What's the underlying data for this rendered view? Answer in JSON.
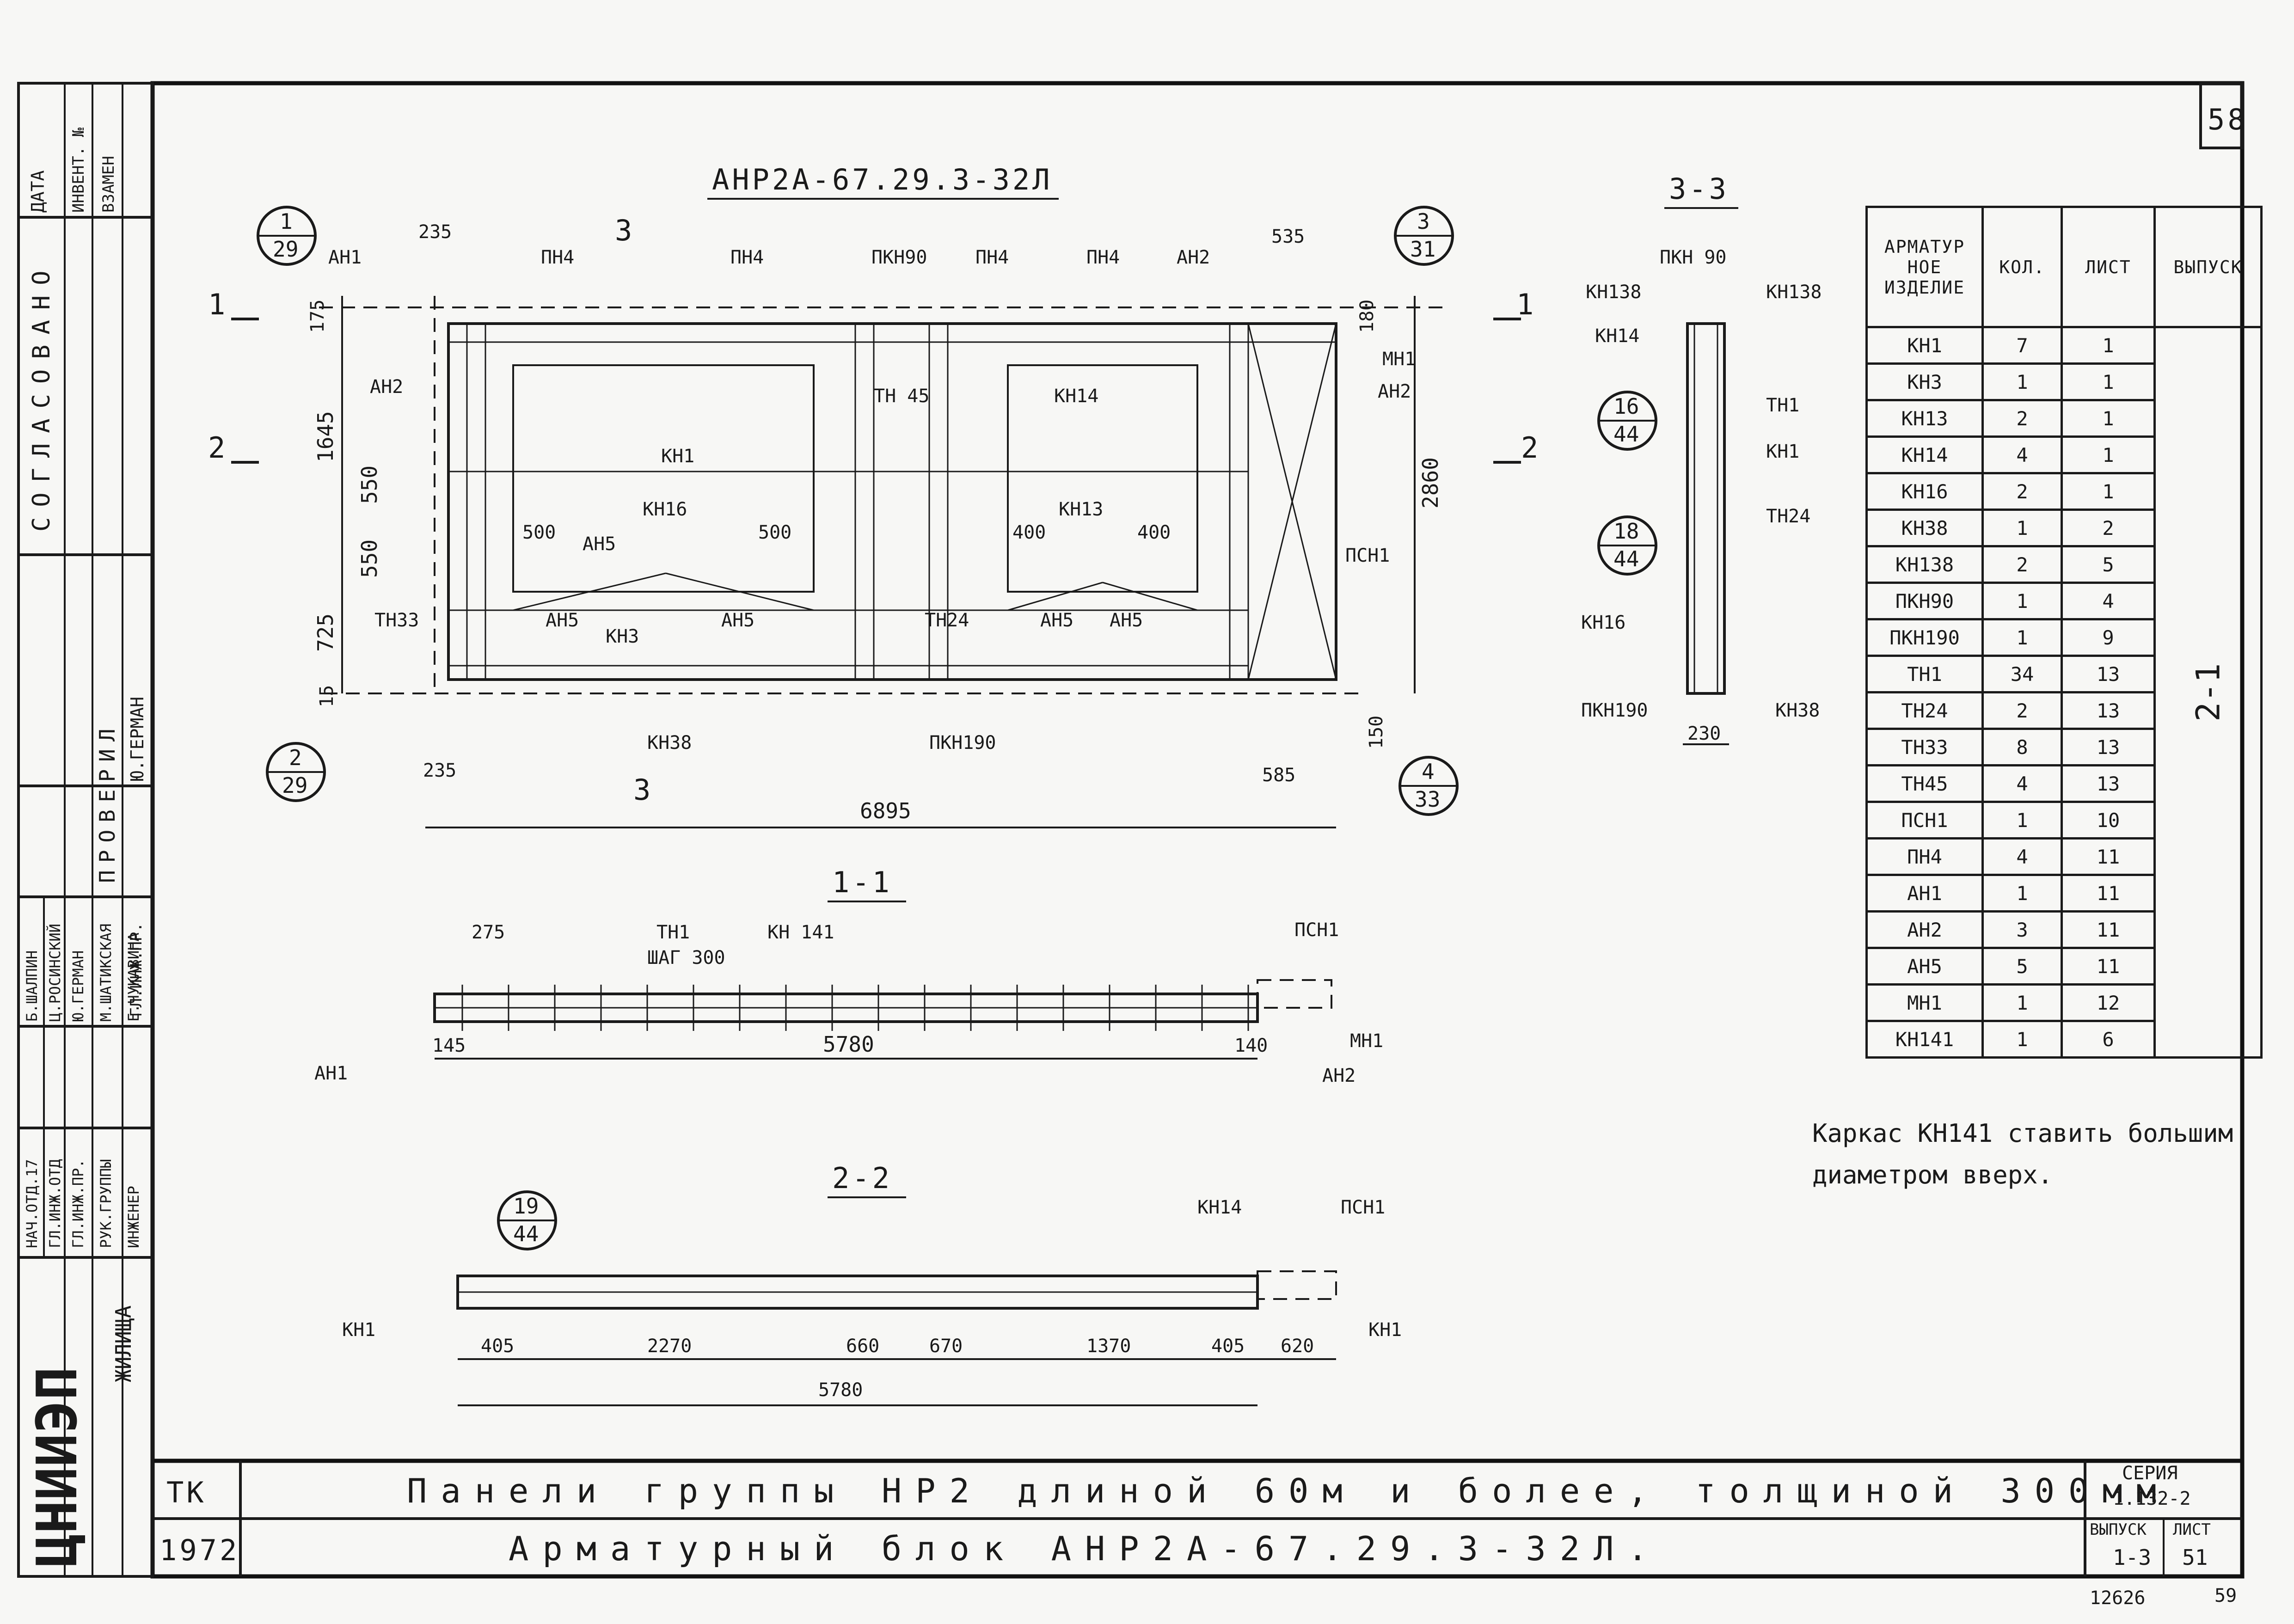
{
  "sheet_number": "58",
  "main_title": "АНР2А-67.29.3-32Л",
  "sections": {
    "s11": "1-1",
    "s22": "2-2",
    "s33": "3-3"
  },
  "elevation": {
    "parts": [
      "ПН4",
      "ПН4",
      "ПКН90",
      "ПН4",
      "ПН4",
      "АН2",
      "АН1",
      "АН2",
      "КН1",
      "ТН 45",
      "КН14",
      "КН16",
      "КН13",
      "АН5",
      "АН5",
      "АН5",
      "КН3",
      "АН5",
      "АН5",
      "ТН33",
      "ТН24",
      "ПСН1",
      "МН1",
      "АН2",
      "КН38",
      "ПКН190"
    ],
    "dims": [
      "235",
      "535",
      "175",
      "180",
      "1645",
      "550",
      "550",
      "725",
      "15",
      "2860",
      "500",
      "500",
      "400",
      "400",
      "235",
      "585",
      "150",
      "6895"
    ],
    "callouts": [
      {
        "num": "1",
        "sheet": "29"
      },
      {
        "num": "3",
        "sheet": "31"
      },
      {
        "num": "2",
        "sheet": "29"
      },
      {
        "num": "4",
        "sheet": "33"
      }
    ],
    "cut_marks": [
      "1",
      "1",
      "2",
      "2",
      "3",
      "3"
    ]
  },
  "section_11": {
    "parts": [
      "ТН1",
      "КН 141",
      "ПСН1",
      "АН1",
      "МН1",
      "АН2"
    ],
    "note": "ШАГ 300",
    "dims": [
      "275",
      "145",
      "5780",
      "140"
    ]
  },
  "section_22": {
    "callout": {
      "num": "19",
      "sheet": "44"
    },
    "parts": [
      "КН14",
      "ПСН1",
      "КН1",
      "КН1"
    ],
    "dims": [
      "405",
      "2270",
      "660",
      "670",
      "1370",
      "405",
      "620",
      "5780"
    ]
  },
  "section_33": {
    "parts": [
      "ПКН 90",
      "КН138",
      "КН138",
      "КН14",
      "ТН1",
      "КН1",
      "ТН24",
      "КН16",
      "ПКН190",
      "КН38"
    ],
    "callouts": [
      {
        "num": "16",
        "sheet": "44"
      },
      {
        "num": "18",
        "sheet": "44"
      }
    ],
    "dims": [
      "230"
    ]
  },
  "spec_table": {
    "headers": [
      "АРМАТУР НОЕ ИЗДЕЛИЕ",
      "КОЛ.",
      "ЛИСТ",
      "ВЫПУСК"
    ],
    "release": "2-1",
    "rows": [
      [
        "КН1",
        "7",
        "1"
      ],
      [
        "КН3",
        "1",
        "1"
      ],
      [
        "КН13",
        "2",
        "1"
      ],
      [
        "КН14",
        "4",
        "1"
      ],
      [
        "КН16",
        "2",
        "1"
      ],
      [
        "КН38",
        "1",
        "2"
      ],
      [
        "КН138",
        "2",
        "5"
      ],
      [
        "ПКН90",
        "1",
        "4"
      ],
      [
        "ПКН190",
        "1",
        "9"
      ],
      [
        "ТН1",
        "34",
        "13"
      ],
      [
        "ТН24",
        "2",
        "13"
      ],
      [
        "ТН33",
        "8",
        "13"
      ],
      [
        "ТН45",
        "4",
        "13"
      ],
      [
        "ПСН1",
        "1",
        "10"
      ],
      [
        "ПН4",
        "4",
        "11"
      ],
      [
        "АН1",
        "1",
        "11"
      ],
      [
        "АН2",
        "3",
        "11"
      ],
      [
        "АН5",
        "5",
        "11"
      ],
      [
        "МН1",
        "1",
        "12"
      ],
      [
        "КН141",
        "1",
        "6"
      ]
    ]
  },
  "note_lines": [
    "Каркас КН141 ставить большим",
    "диаметром вверх."
  ],
  "side_stamp": {
    "top_headers": [
      "ДАТА",
      "ИНВЕНТ. №",
      "ВЗАМЕН"
    ],
    "agreed": "СОГЛАСОВАНО",
    "checked": "ПРОВЕРИЛ",
    "checker": "Ю.ГЕРМАН",
    "roles": [
      "НАЧ.ОТД.17",
      "ГЛ.ИНЖ.ОТД",
      "ГЛ.ИНЖ.ПР.",
      "РУК.ГРУППЫ",
      "ИНЖЕНЕР"
    ],
    "names": [
      "Б.ШАЛПИН",
      "Ц.РОСИНСКИЙ",
      "Ю.ГЕРМАН",
      "М.ШАТИКСКАЯ",
      "Е.ЧУКАВИНА"
    ],
    "extra_role": "ГЛ.ИНЖ.ПР.",
    "institute": "ЦНИИЭП",
    "institute_sub": "ЖИЛИЩА"
  },
  "title_block": {
    "code": "ТК",
    "year": "1972",
    "line1": "Панели группы НР2 длиной 60м и более, толщиной 300мм",
    "line2": "Арматурный блок АНР2А-67.29.3-32Л.",
    "series_label": "СЕРИЯ",
    "series": "1.132-2",
    "issue_label": "ВЫПУСК",
    "issue": "1-3",
    "sheet_label": "ЛИСТ",
    "sheet": "51"
  },
  "footer": {
    "inv": "12626",
    "page": "59"
  }
}
